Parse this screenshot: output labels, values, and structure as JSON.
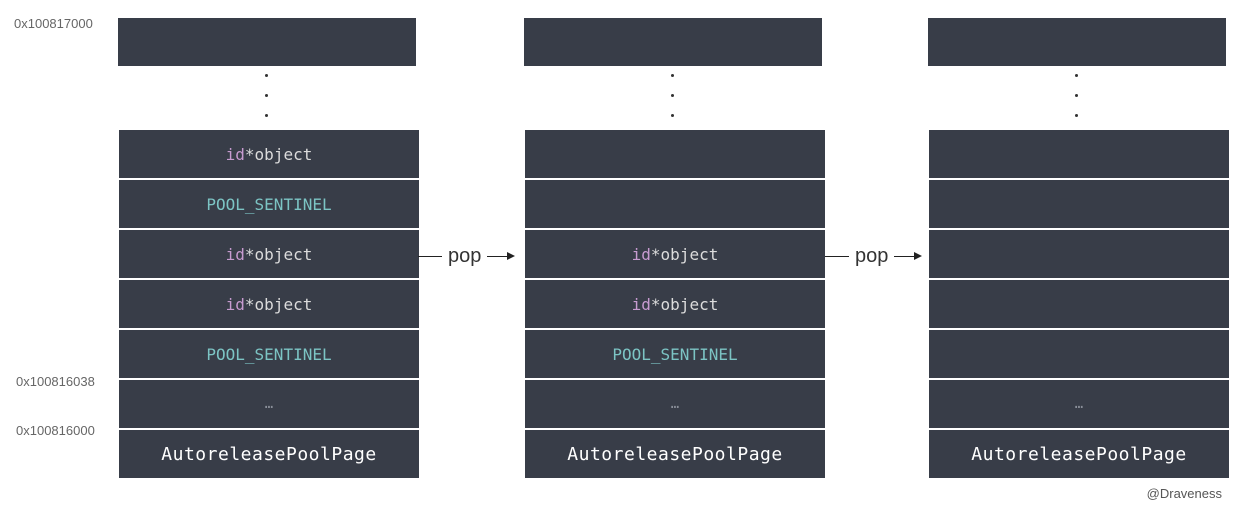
{
  "addresses": {
    "top": "0x100817000",
    "sentinel": "0x100816038",
    "base": "0x100816000"
  },
  "labels": {
    "id": "id",
    "object": " *object",
    "sentinel": "POOL_SENTINEL",
    "ellipsis": "…",
    "page": "AutoreleasePoolPage"
  },
  "arrows": [
    "pop",
    "pop"
  ],
  "credit": "@Draveness"
}
